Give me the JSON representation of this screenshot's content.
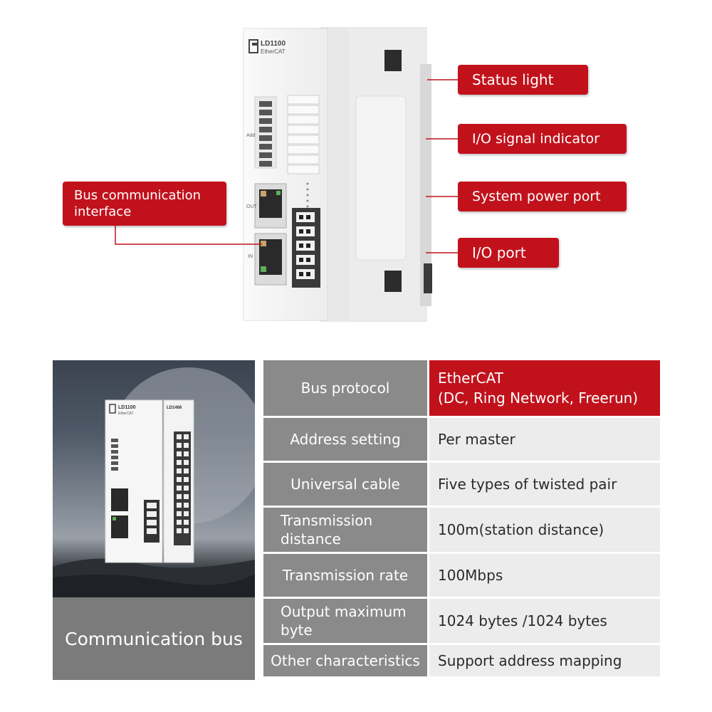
{
  "module": {
    "model": "LD1100",
    "protocol_text": "EtherCAT",
    "side_labels": {
      "add": "Add",
      "out": "OUT",
      "in": "IN"
    }
  },
  "callouts": {
    "status_light": "Status light",
    "io_signal_indicator": "I/O signal indicator",
    "system_power_port": "System power port",
    "io_port": "I/O port",
    "bus_interface": "Bus communication\ninterface"
  },
  "photo": {
    "module_left_model": "LD1100",
    "module_left_protocol": "EtherCAT",
    "module_right_model": "LD1486",
    "caption": "Communication bus"
  },
  "specs": {
    "rows": [
      {
        "key": "Bus protocol",
        "value": "EtherCAT\n(DC, Ring Network, Freerun)"
      },
      {
        "key": "Address setting",
        "value": "Per master"
      },
      {
        "key": "Universal cable",
        "value": "Five types of twisted pair"
      },
      {
        "key": "Transmission\ndistance",
        "value": "100m(station distance)"
      },
      {
        "key": "Transmission rate",
        "value": "100Mbps"
      },
      {
        "key": "Output maximum\nbyte",
        "value": "1024 bytes /1024 bytes"
      },
      {
        "key": "Other characteristics",
        "value": "Support address mapping"
      }
    ]
  },
  "colors": {
    "accent": "#c1121c",
    "key_bg": "#8a8a8a",
    "value_bg": "#ececec",
    "caption_bg": "#7b7b7b"
  }
}
